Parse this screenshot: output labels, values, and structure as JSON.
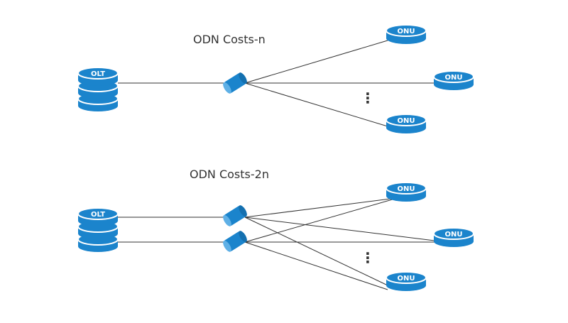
{
  "colors": {
    "device_fill": "#1b84cc",
    "device_stroke": "#ffffff",
    "line": "#333333",
    "label": "#ffffff"
  },
  "top": {
    "title": "ODN Costs-n",
    "olt_label": "OLT",
    "onus": [
      "ONU",
      "ONU",
      "ONU"
    ],
    "ellipsis": "⋮"
  },
  "bottom": {
    "title": "ODN Costs-2n",
    "olt_label": "OLT",
    "onus": [
      "ONU",
      "ONU",
      "ONU"
    ],
    "ellipsis": "⋮"
  }
}
